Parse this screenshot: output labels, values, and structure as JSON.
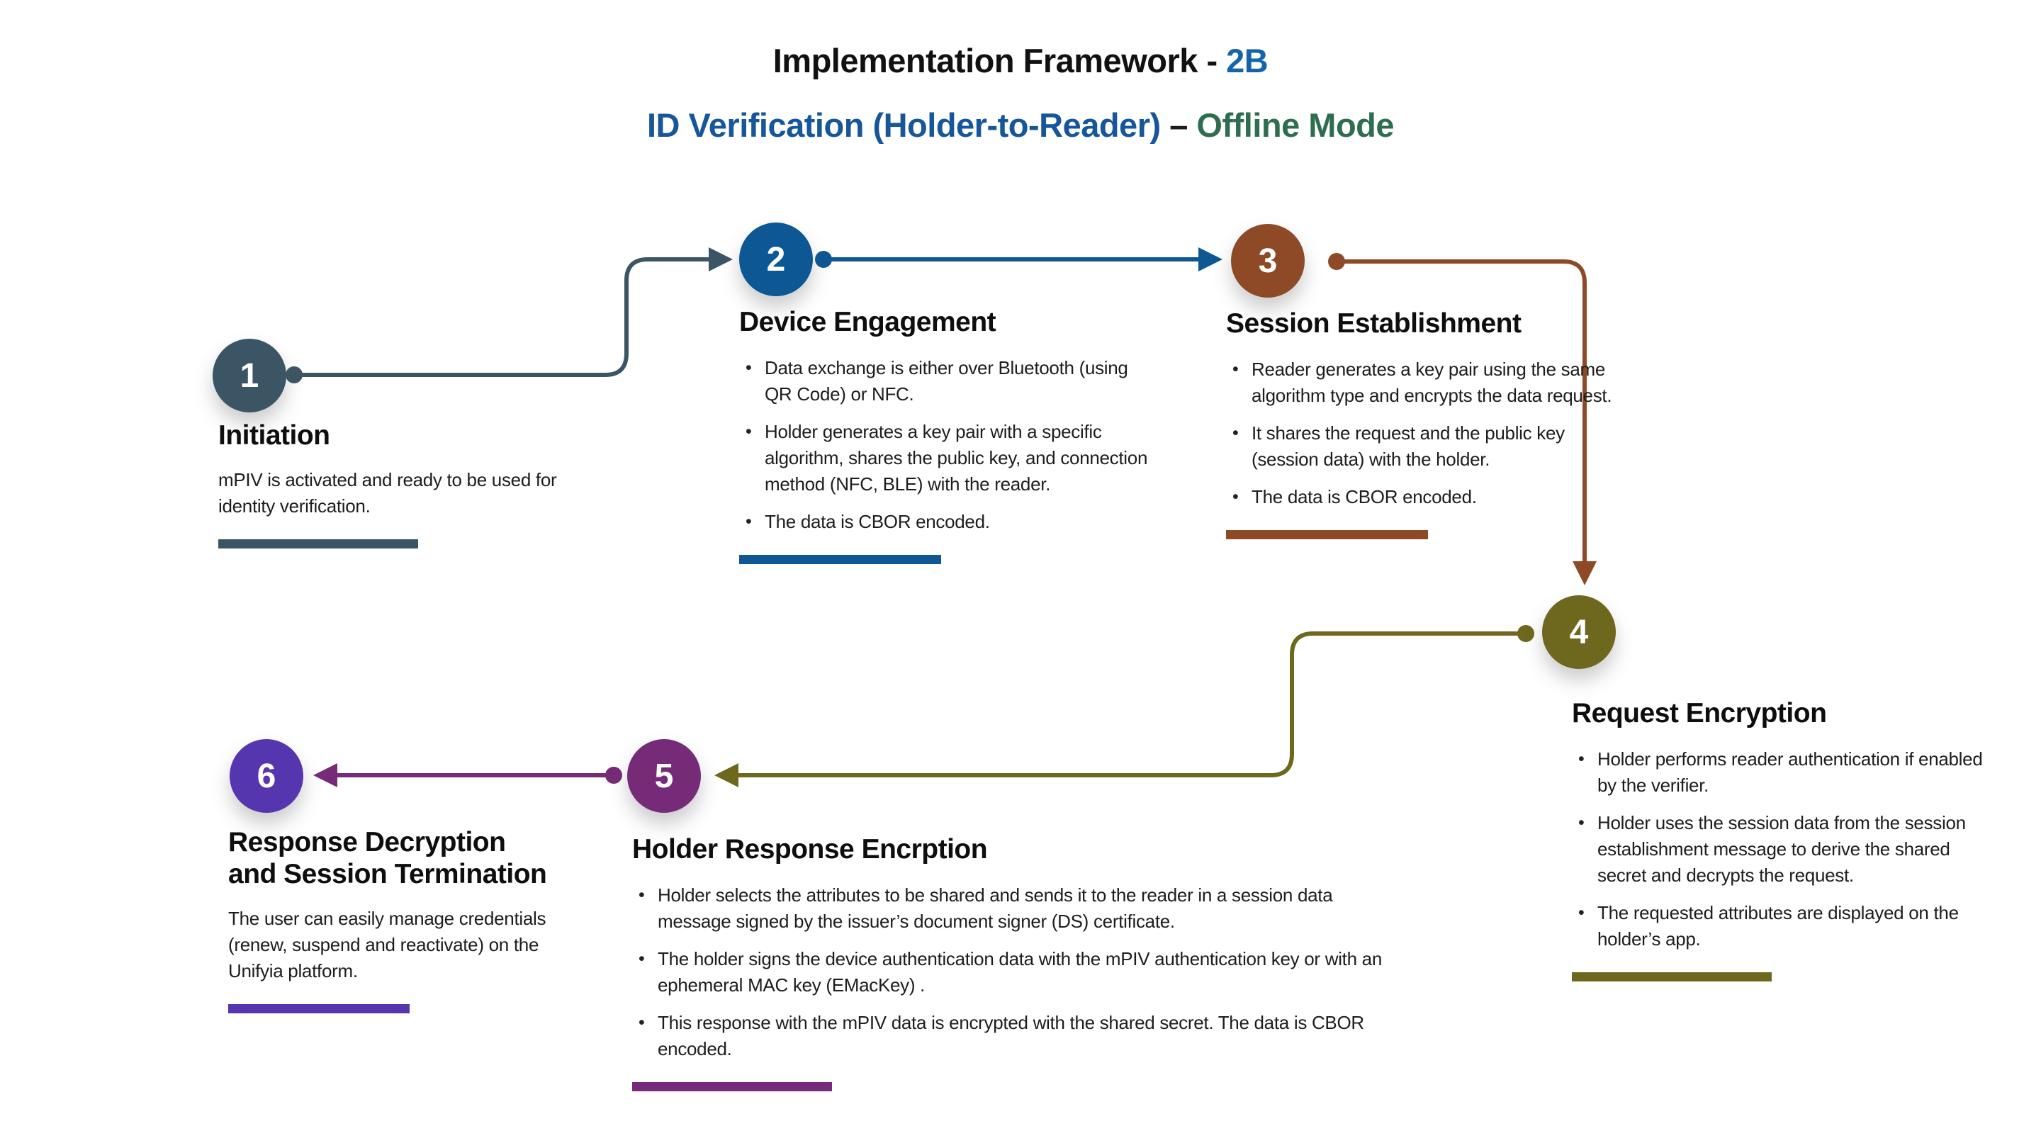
{
  "title": {
    "line1": {
      "text": "Implementation Framework - ",
      "accent": "2B",
      "accent_color": "#1464AB"
    },
    "line2": {
      "blue": "ID Verification (Holder-to-Reader)",
      "dash": " – ",
      "green": "Offline Mode",
      "blue_color": "#16569B",
      "green_color": "#2E6E4E"
    }
  },
  "steps": [
    {
      "number": "1",
      "title": "Initiation",
      "color": "#3C5565",
      "description": "mPIV is activated and ready to be used for identity verification.",
      "bullets": []
    },
    {
      "number": "2",
      "title": "Device Engagement",
      "color": "#0D5794",
      "bullets": [
        "Data exchange is either over Bluetooth (using QR Code) or NFC.",
        "Holder generates a key pair with a specific algorithm, shares the public key, and connection method (NFC, BLE) with the reader.",
        "The data is CBOR encoded."
      ]
    },
    {
      "number": "3",
      "title": "Session Establishment",
      "color": "#8E4A26",
      "bullets": [
        "Reader generates a key pair using the same algorithm type and encrypts the data request.",
        "It shares the request and the public key (session data) with the holder.",
        "The data is CBOR encoded."
      ]
    },
    {
      "number": "4",
      "title": "Request Encryption",
      "color": "#6E681E",
      "bullets": [
        "Holder performs reader authentication if enabled by the verifier.",
        "Holder uses the session data from the session establishment message to derive the shared secret and decrypts the request.",
        "The requested attributes are displayed on the holder’s app."
      ]
    },
    {
      "number": "5",
      "title": "Holder Response Encrption",
      "color": "#762B79",
      "bullets": [
        "Holder selects the attributes to be shared and sends it to the reader in a session data message signed by the issuer’s document signer (DS) certificate.",
        "The holder signs the device authentication data with the mPIV authentication key or with an ephemeral MAC key (EMacKey) .",
        "This response with the mPIV data is encrypted with the shared secret. The data is CBOR encoded."
      ]
    },
    {
      "number": "6",
      "title": "Response Decryption",
      "title2": "and Session Termination",
      "color": "#5636AE",
      "description": "The user can easily manage credentials (renew, suspend and reactivate) on the Unifyia platform."
    }
  ]
}
